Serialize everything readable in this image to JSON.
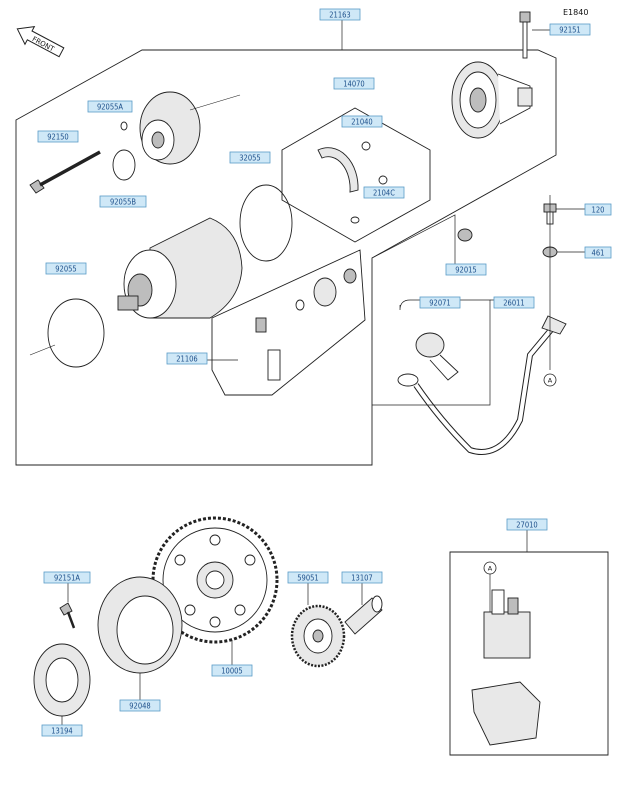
{
  "diagram_code": "E1840",
  "front_label": "FRONT",
  "callout_ref": "A",
  "labels": {
    "l21163": "21163",
    "l92151": "92151",
    "l14070": "14070",
    "l92055A": "92055A",
    "l92150": "92150",
    "l21040": "21040",
    "l32055": "32055",
    "l2104C": "2104C",
    "l92055B": "92055B",
    "l120": "120",
    "l92055": "92055",
    "l92015": "92015",
    "l461": "461",
    "l92071": "92071",
    "l26011": "26011",
    "l21106": "21106",
    "l27010": "27010",
    "l92151A": "92151A",
    "l59051": "59051",
    "l13107": "13107",
    "l10005": "10005",
    "l92048": "92048",
    "l13194": "13194"
  },
  "colors": {
    "label_fill": "#cfe8f7",
    "label_stroke": "#5a9bc6",
    "label_text": "#1d4f8a",
    "line": "#222222"
  }
}
